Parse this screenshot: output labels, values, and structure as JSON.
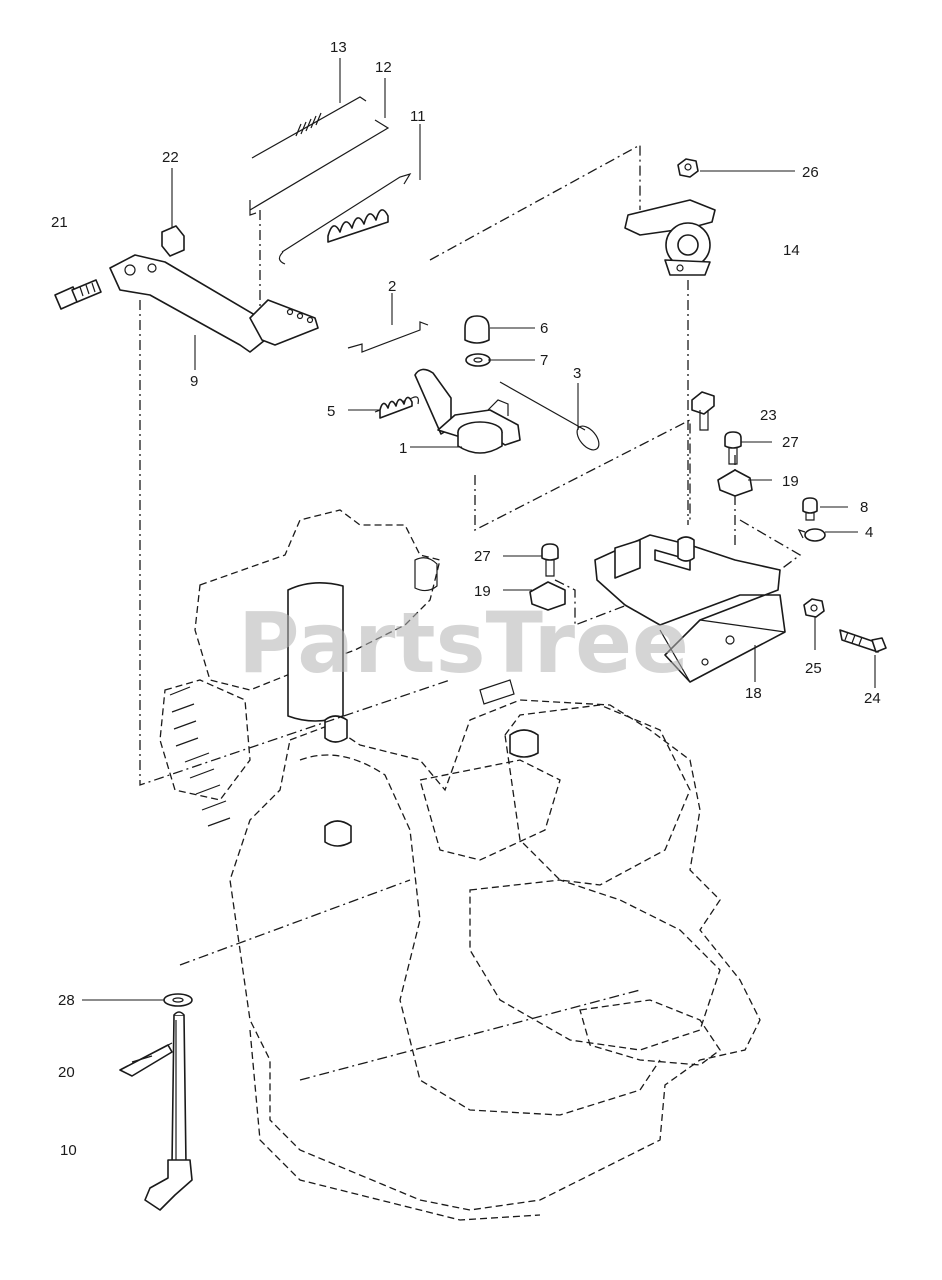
{
  "watermark": "PartsTree",
  "callouts": [
    {
      "id": "c13",
      "text": "13"
    },
    {
      "id": "c12",
      "text": "12"
    },
    {
      "id": "c11",
      "text": "11"
    },
    {
      "id": "c22",
      "text": "22"
    },
    {
      "id": "c21",
      "text": "21"
    },
    {
      "id": "c26",
      "text": "26"
    },
    {
      "id": "c14",
      "text": "14"
    },
    {
      "id": "c2",
      "text": "2"
    },
    {
      "id": "c6",
      "text": "6"
    },
    {
      "id": "c7",
      "text": "7"
    },
    {
      "id": "c3",
      "text": "3"
    },
    {
      "id": "c9",
      "text": "9"
    },
    {
      "id": "c5",
      "text": "5"
    },
    {
      "id": "c1",
      "text": "1"
    },
    {
      "id": "c23",
      "text": "23"
    },
    {
      "id": "c27a",
      "text": "27"
    },
    {
      "id": "c19a",
      "text": "19"
    },
    {
      "id": "c8",
      "text": "8"
    },
    {
      "id": "c4",
      "text": "4"
    },
    {
      "id": "c27b",
      "text": "27"
    },
    {
      "id": "c19b",
      "text": "19"
    },
    {
      "id": "c25",
      "text": "25"
    },
    {
      "id": "c24",
      "text": "24"
    },
    {
      "id": "c18",
      "text": "18"
    },
    {
      "id": "c28",
      "text": "28"
    },
    {
      "id": "c20",
      "text": "20"
    },
    {
      "id": "c10",
      "text": "10"
    }
  ]
}
